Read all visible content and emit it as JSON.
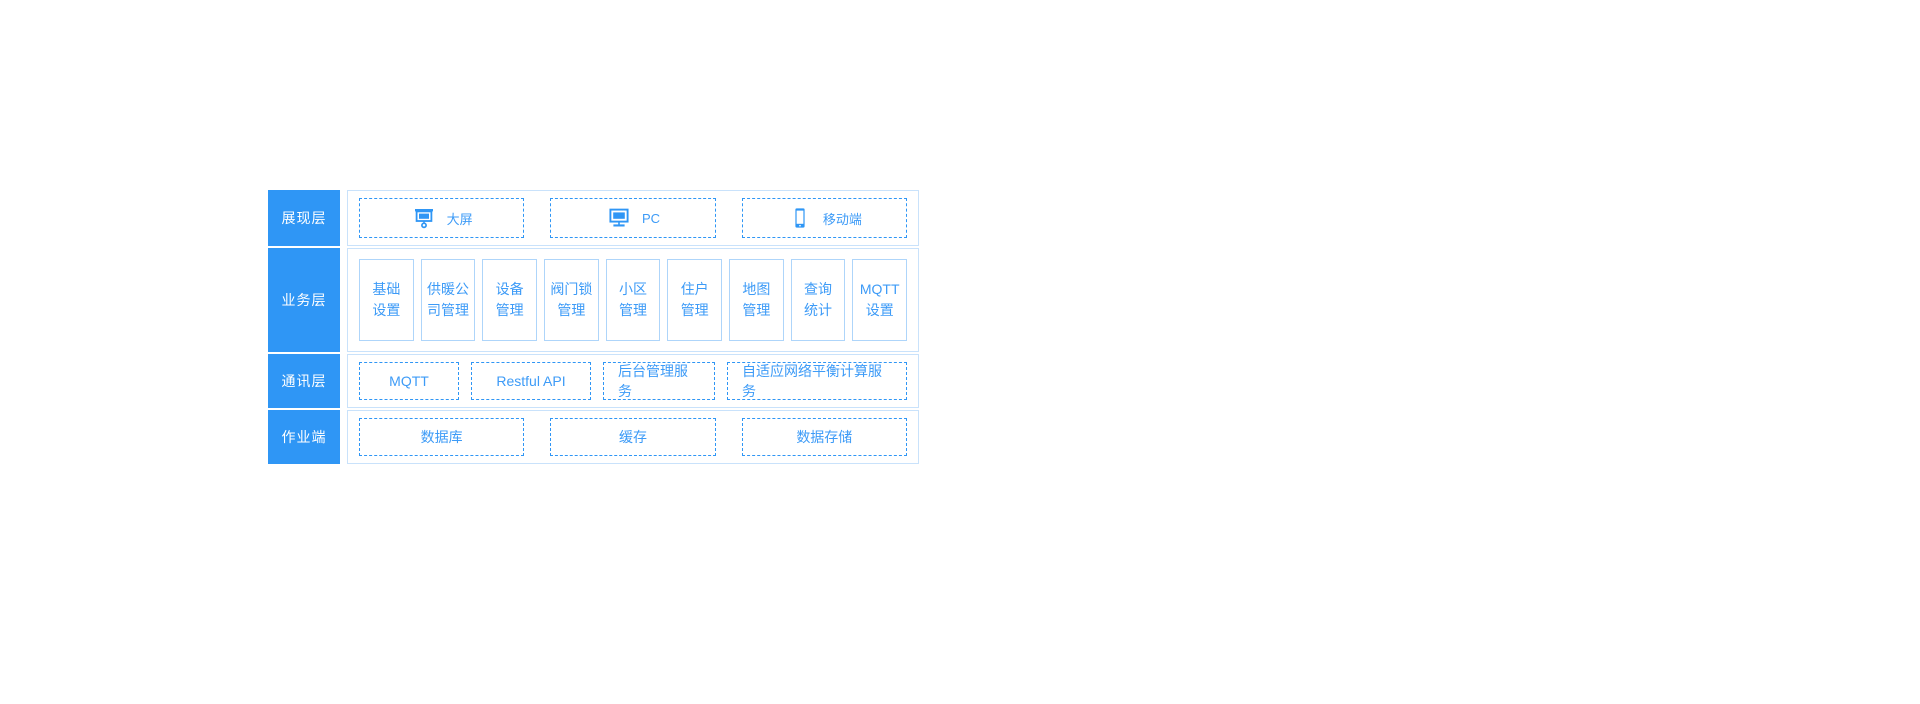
{
  "diagram": {
    "layers": [
      {
        "id": "presentation",
        "label": "展现层",
        "items": [
          {
            "icon": "projector-screen-icon",
            "text": "大屏"
          },
          {
            "icon": "desktop-monitor-icon",
            "text": "PC"
          },
          {
            "icon": "mobile-phone-icon",
            "text": "移动端"
          }
        ]
      },
      {
        "id": "business",
        "label": "业务层",
        "items": [
          {
            "line1": "基础",
            "line2": "设置"
          },
          {
            "line1": "供暖公",
            "line2": "司管理"
          },
          {
            "line1": "设备",
            "line2": "管理"
          },
          {
            "line1": "阀门锁",
            "line2": "管理"
          },
          {
            "line1": "小区",
            "line2": "管理"
          },
          {
            "line1": "住户",
            "line2": "管理"
          },
          {
            "line1": "地图",
            "line2": "管理"
          },
          {
            "line1": "查询",
            "line2": "统计"
          },
          {
            "line1": "MQTT",
            "line2": "设置"
          }
        ]
      },
      {
        "id": "communication",
        "label": "通讯层",
        "items": [
          {
            "text": "MQTT"
          },
          {
            "text": "Restful API"
          },
          {
            "text": "后台管理服务"
          },
          {
            "text": "自适应网络平衡计算服务"
          }
        ]
      },
      {
        "id": "storage",
        "label": "作业端",
        "items": [
          {
            "text": "数据库"
          },
          {
            "text": "缓存"
          },
          {
            "text": "数据存储"
          }
        ]
      }
    ],
    "colors": {
      "label_block_background": "#2f96f5",
      "label_block_text": "#ffffff",
      "item_text": "#3d9bf7",
      "dashed_border": "#2f96f5",
      "solid_item_border": "#aed5fa",
      "panel_border": "#c9e2fb",
      "page_background": "#ffffff"
    }
  }
}
